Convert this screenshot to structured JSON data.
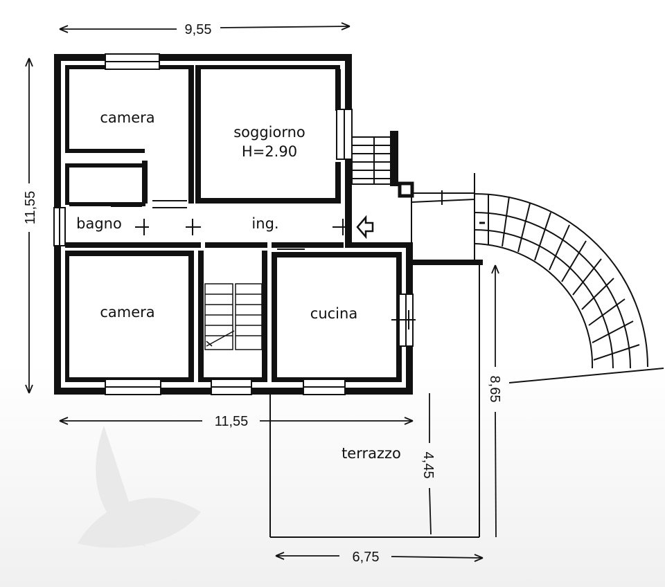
{
  "dimensions": {
    "top_width": "9,55",
    "left_height": "11,55",
    "bottom_width": "11,55",
    "terrace_depth": "4,45",
    "right_height": "8,65",
    "terrace_width": "6,75"
  },
  "rooms": {
    "camera_top": "camera",
    "soggiorno": "soggiorno",
    "soggiorno_height": "H=2.90",
    "bagno": "bagno",
    "ingresso": "ing.",
    "camera_bottom": "camera",
    "cucina": "cucina",
    "terrazzo": "terrazzo"
  }
}
